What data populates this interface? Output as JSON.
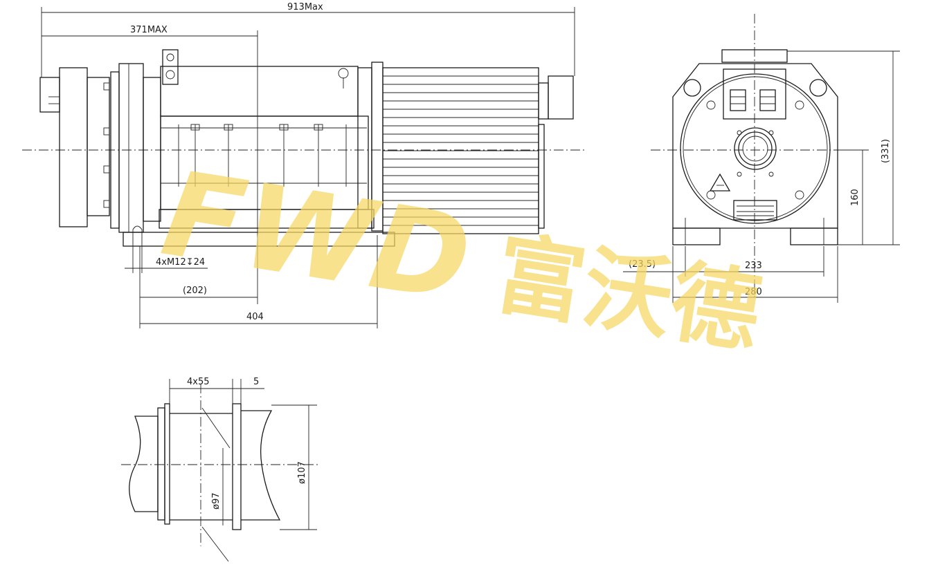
{
  "dimensions": {
    "overall_length": "913Max",
    "partial_length": "371MAX",
    "mount_holes": "4xM12↧24",
    "offset_202": "(202)",
    "base_404": "404",
    "height_331": "(331)",
    "center_height_160": "160",
    "offset_23_5": "(23.5)",
    "hole_spacing_233": "233",
    "base_width_280": "280",
    "groove_pitch": "4x55",
    "groove_width": "5",
    "dia_107": "ø107",
    "dia_97": "ø97"
  },
  "watermark": {
    "logo": "FWD",
    "chinese": "富沃德"
  },
  "colors": {
    "line": "#1a1a1a",
    "watermark": "#f8d763"
  }
}
